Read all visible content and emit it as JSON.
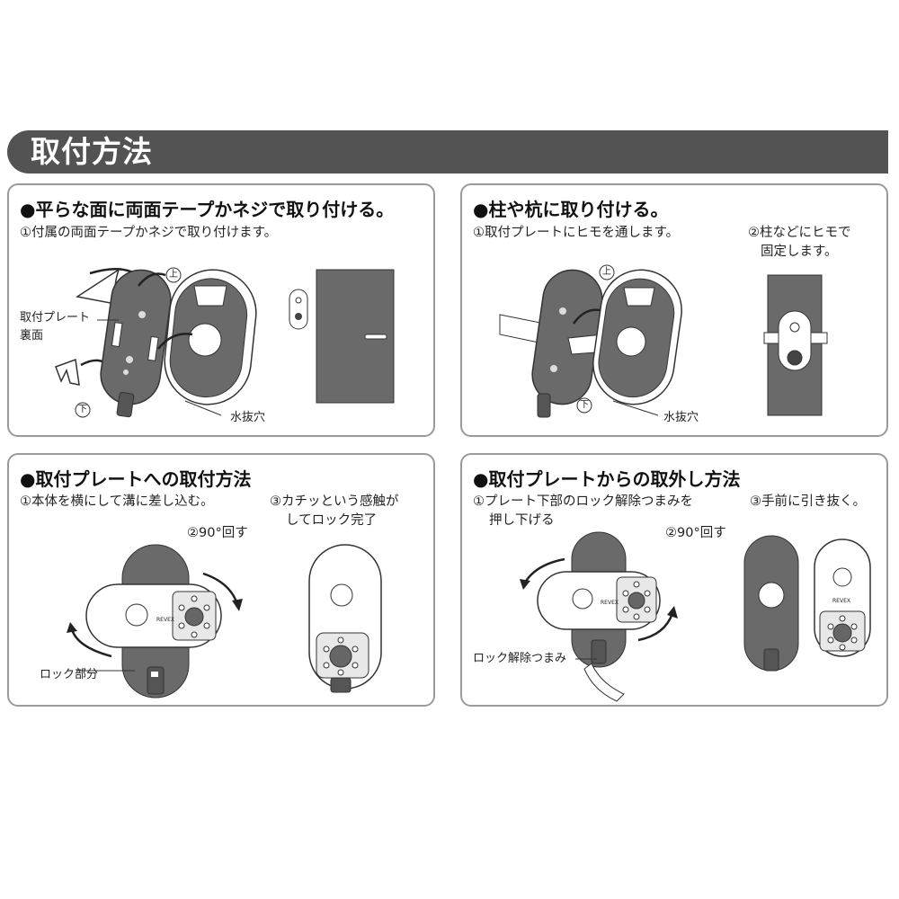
{
  "header": {
    "title": "取付方法"
  },
  "panels": [
    {
      "title": "●平らな面に両面テープかネジで取り付ける。",
      "steps": [
        "①付属の両面テープかネジで取り付けます。"
      ],
      "labels": {
        "plate_back_1": "取付プレート",
        "plate_back_2": "裏面",
        "top": "上",
        "bottom": "下",
        "drain": "水抜穴"
      }
    },
    {
      "title": "●柱や杭に取り付ける。",
      "steps": [
        "①取付プレートにヒモを通します。",
        "②柱などにヒモで",
        "固定します。"
      ],
      "labels": {
        "top": "上",
        "bottom": "下",
        "drain": "水抜穴"
      }
    },
    {
      "title": "●取付プレートへの取付方法",
      "steps": [
        "①本体を横にして溝に差し込む。",
        "②90°回す",
        "③カチッという感触が",
        "してロック完了"
      ],
      "labels": {
        "lock_part": "ロック部分",
        "brand": "REVEX"
      }
    },
    {
      "title": "●取付プレートからの取外し方法",
      "steps": [
        "①プレート下部のロック解除つまみを",
        "押し下げる",
        "②90°回す",
        "③手前に引き抜く。"
      ],
      "labels": {
        "release_knob": "ロック解除つまみ",
        "brand": "REVEX"
      }
    }
  ],
  "colors": {
    "header_bg": "#535353",
    "plate": "#6a6a6a",
    "panel_border": "#9a9a9a"
  }
}
